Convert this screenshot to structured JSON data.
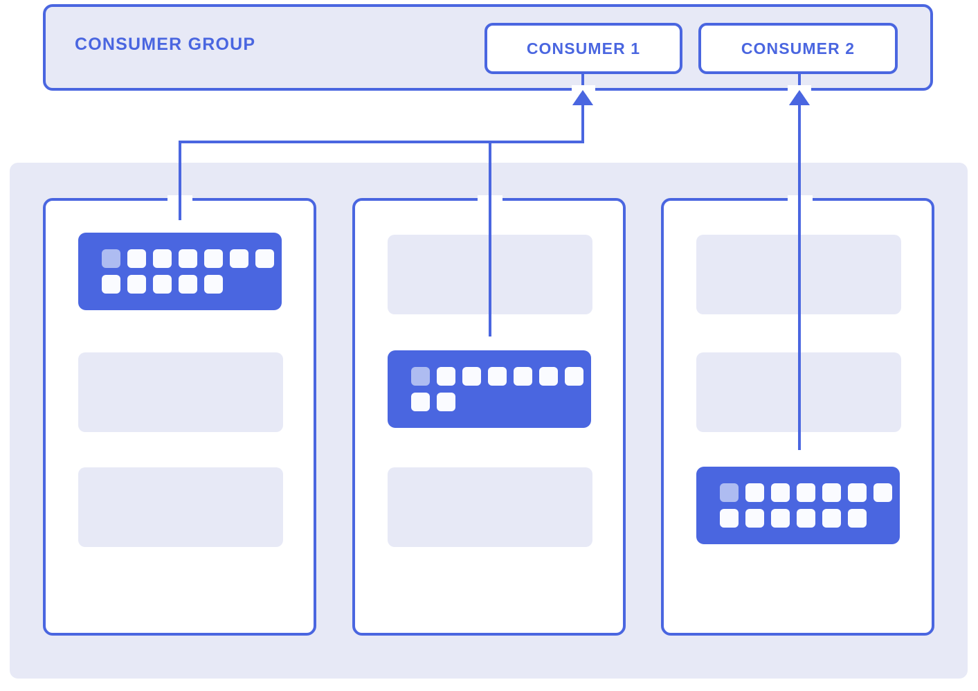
{
  "diagram": {
    "title_visible": false,
    "colors": {
      "accent_blue": "#4a66e0",
      "lavender_fill": "#e7e9f6",
      "card_white": "#ffffff",
      "cell_white": "#fafbff",
      "cell_highlight": "#aebcf1"
    }
  },
  "consumer_group": {
    "label": "CONSUMER GROUP",
    "consumers": [
      {
        "label": "CONSUMER 1"
      },
      {
        "label": "CONSUMER 2"
      }
    ]
  },
  "partitions": [
    {
      "name": "partition-1",
      "slots": [
        {
          "type": "message-block",
          "rows": [
            7,
            5
          ],
          "highlight_first": true
        },
        {
          "type": "placeholder"
        },
        {
          "type": "placeholder"
        }
      ],
      "connected_to": "CONSUMER 1"
    },
    {
      "name": "partition-2",
      "slots": [
        {
          "type": "placeholder"
        },
        {
          "type": "message-block",
          "rows": [
            7,
            2
          ],
          "highlight_first": true
        },
        {
          "type": "placeholder"
        }
      ],
      "connected_to": "CONSUMER 1"
    },
    {
      "name": "partition-3",
      "slots": [
        {
          "type": "placeholder"
        },
        {
          "type": "placeholder"
        },
        {
          "type": "message-block",
          "rows": [
            7,
            6
          ],
          "highlight_first": true
        }
      ],
      "connected_to": "CONSUMER 2"
    }
  ],
  "connections": [
    {
      "from": "partition-1",
      "to": "CONSUMER 1",
      "style": "elbow-arrow"
    },
    {
      "from": "partition-2",
      "to": "CONSUMER 1",
      "style": "elbow-arrow"
    },
    {
      "from": "partition-3",
      "to": "CONSUMER 2",
      "style": "straight-arrow"
    }
  ]
}
